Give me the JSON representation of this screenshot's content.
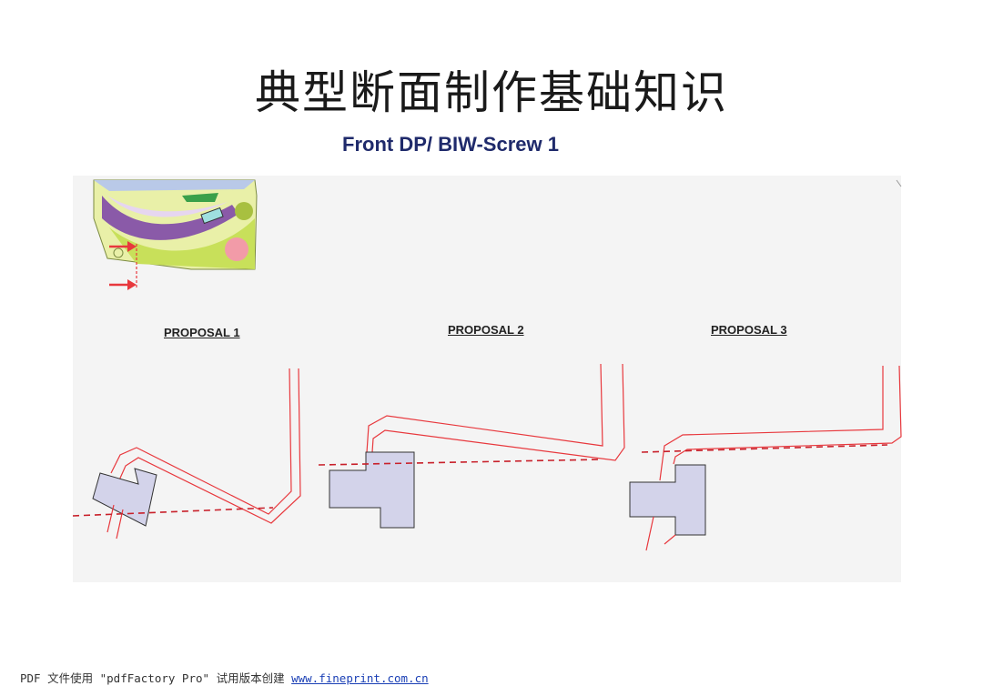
{
  "page": {
    "title": "典型断面制作基础知识",
    "subtitle": "Front DP/ BIW-Screw 1"
  },
  "proposals": [
    {
      "label": "PROPOSAL 1"
    },
    {
      "label": "PROPOSAL 2"
    },
    {
      "label": "PROPOSAL 3"
    }
  ],
  "footer": {
    "text": "PDF 文件使用 \"pdfFactory Pro\" 试用版本创建",
    "link": "www.fineprint.com.cn"
  },
  "colors": {
    "section_line": "#e8383d",
    "screw_block": "#d3d3ea",
    "door_green": "#c8e05a",
    "door_purple": "#8a5aa8"
  }
}
